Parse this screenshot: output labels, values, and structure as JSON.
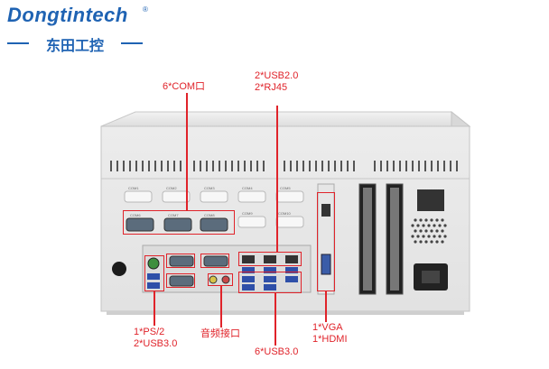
{
  "logo": {
    "brand": "Dongtintech",
    "registered": "®",
    "subtitle": "东田工控"
  },
  "panel": {
    "com_labels": [
      "COM1",
      "COM2",
      "COM3",
      "COM4",
      "COM5",
      "COM6",
      "COM7",
      "COM8",
      "COM9",
      "COM10"
    ]
  },
  "callouts": {
    "com": "6*COM口",
    "usb2_line1": "2*USB2.0",
    "usb2_line2": "2*RJ45",
    "ps2_line1": "1*PS/2",
    "ps2_line2": "2*USB3.0",
    "audio": "音频接口",
    "usb3": "6*USB3.0",
    "vga_line1": "1*VGA",
    "vga_line2": "1*HDMI"
  },
  "colors": {
    "accent": "#e0232a",
    "brand": "#1f63b3"
  }
}
